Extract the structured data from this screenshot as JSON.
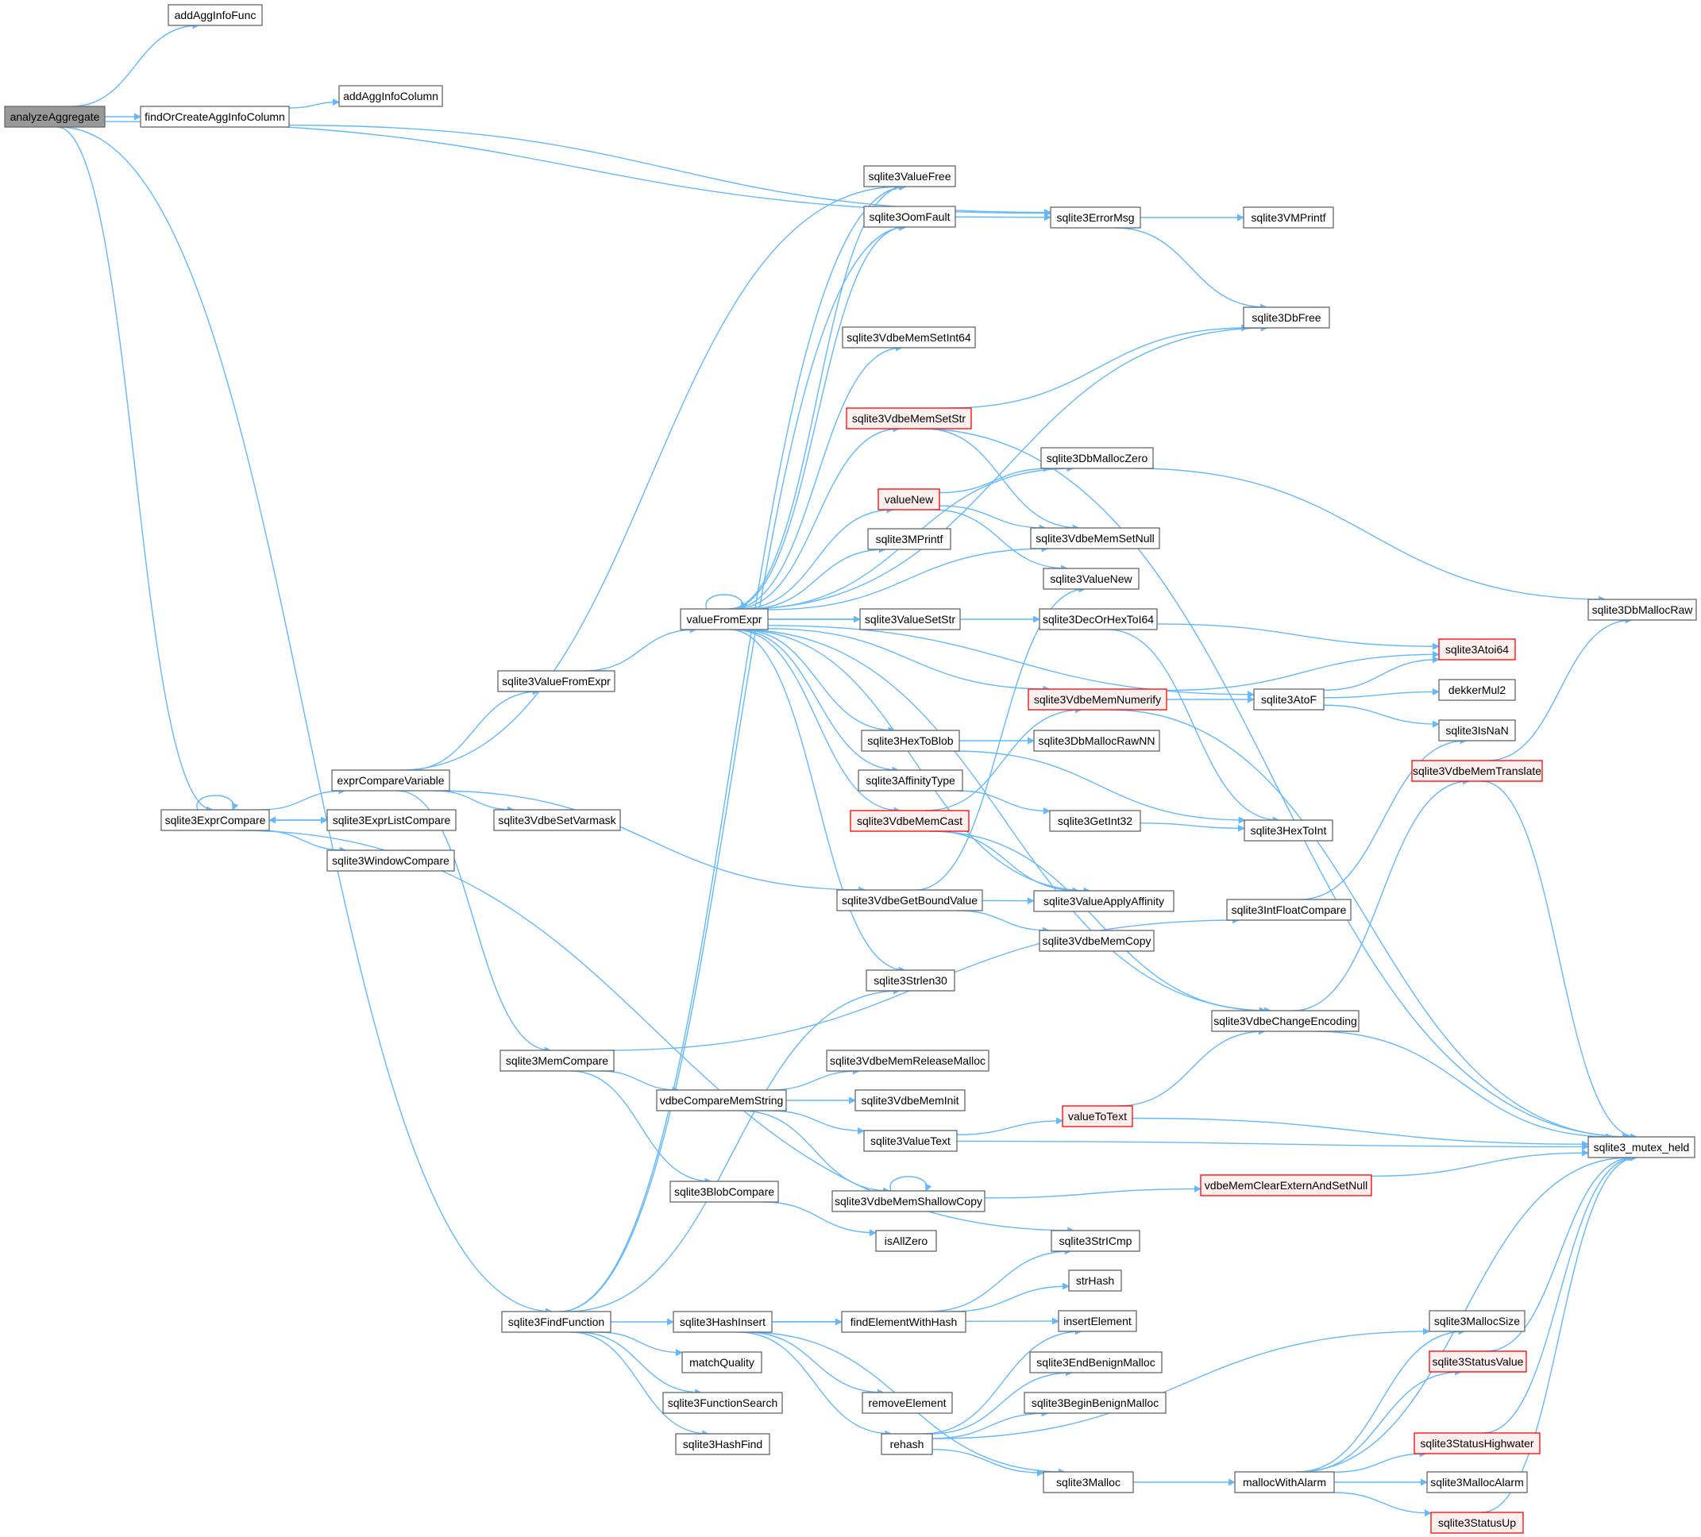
{
  "colors": {
    "edge": "#63b8ff",
    "node_border": "#666666",
    "node_fill": "#ffffff",
    "root_fill": "#999999",
    "root_border": "#666666",
    "truncated_border": "#ff0000",
    "truncated_fill": "#fff0f0",
    "text": "#000000"
  },
  "root": "analyzeAggregate",
  "nodes": [
    {
      "id": "analyzeAggregate",
      "label": "analyzeAggregate",
      "style": "root"
    },
    {
      "id": "addAggInfoFunc",
      "label": "addAggInfoFunc",
      "style": "normal"
    },
    {
      "id": "findOrCreateAggInfoColumn",
      "label": "findOrCreateAggInfoColumn",
      "style": "normal"
    },
    {
      "id": "addAggInfoColumn",
      "label": "addAggInfoColumn",
      "style": "normal"
    },
    {
      "id": "sqlite3ErrorMsg",
      "label": "sqlite3ErrorMsg",
      "style": "normal"
    },
    {
      "id": "sqlite3VMPrintf",
      "label": "sqlite3VMPrintf",
      "style": "normal"
    },
    {
      "id": "sqlite3ValueFree",
      "label": "sqlite3ValueFree",
      "style": "normal"
    },
    {
      "id": "sqlite3OomFault",
      "label": "sqlite3OomFault",
      "style": "normal"
    },
    {
      "id": "sqlite3DbFree",
      "label": "sqlite3DbFree",
      "style": "normal"
    },
    {
      "id": "sqlite3VdbeMemSetInt64",
      "label": "sqlite3VdbeMemSetInt64",
      "style": "normal"
    },
    {
      "id": "sqlite3VdbeMemSetStr",
      "label": "sqlite3VdbeMemSetStr",
      "style": "truncated"
    },
    {
      "id": "sqlite3DbMallocZero",
      "label": "sqlite3DbMallocZero",
      "style": "normal"
    },
    {
      "id": "valueNew",
      "label": "valueNew",
      "style": "truncated"
    },
    {
      "id": "sqlite3VdbeMemSetNull",
      "label": "sqlite3VdbeMemSetNull",
      "style": "normal"
    },
    {
      "id": "sqlite3MPrintf",
      "label": "sqlite3MPrintf",
      "style": "normal"
    },
    {
      "id": "sqlite3ValueNew",
      "label": "sqlite3ValueNew",
      "style": "normal"
    },
    {
      "id": "valueFromExpr",
      "label": "valueFromExpr",
      "style": "normal"
    },
    {
      "id": "sqlite3ValueSetStr",
      "label": "sqlite3ValueSetStr",
      "style": "normal"
    },
    {
      "id": "sqlite3DecOrHexToI64",
      "label": "sqlite3DecOrHexToI64",
      "style": "normal"
    },
    {
      "id": "sqlite3DbMallocRaw",
      "label": "sqlite3DbMallocRaw",
      "style": "normal"
    },
    {
      "id": "sqlite3Atoi64",
      "label": "sqlite3Atoi64",
      "style": "truncated"
    },
    {
      "id": "sqlite3ValueFromExpr",
      "label": "sqlite3ValueFromExpr",
      "style": "normal"
    },
    {
      "id": "sqlite3VdbeMemNumerify",
      "label": "sqlite3VdbeMemNumerify",
      "style": "truncated"
    },
    {
      "id": "sqlite3AtoF",
      "label": "sqlite3AtoF",
      "style": "normal"
    },
    {
      "id": "dekkerMul2",
      "label": "dekkerMul2",
      "style": "normal"
    },
    {
      "id": "sqlite3IsNaN",
      "label": "sqlite3IsNaN",
      "style": "normal"
    },
    {
      "id": "sqlite3HexToBlob",
      "label": "sqlite3HexToBlob",
      "style": "normal"
    },
    {
      "id": "sqlite3DbMallocRawNN",
      "label": "sqlite3DbMallocRawNN",
      "style": "normal"
    },
    {
      "id": "exprCompareVariable",
      "label": "exprCompareVariable",
      "style": "normal"
    },
    {
      "id": "sqlite3AffinityType",
      "label": "sqlite3AffinityType",
      "style": "normal"
    },
    {
      "id": "sqlite3VdbeMemTranslate",
      "label": "sqlite3VdbeMemTranslate",
      "style": "truncated"
    },
    {
      "id": "sqlite3ExprCompare",
      "label": "sqlite3ExprCompare",
      "style": "normal"
    },
    {
      "id": "sqlite3ExprListCompare",
      "label": "sqlite3ExprListCompare",
      "style": "normal"
    },
    {
      "id": "sqlite3VdbeSetVarmask",
      "label": "sqlite3VdbeSetVarmask",
      "style": "normal"
    },
    {
      "id": "sqlite3VdbeMemCast",
      "label": "sqlite3VdbeMemCast",
      "style": "truncated"
    },
    {
      "id": "sqlite3GetInt32",
      "label": "sqlite3GetInt32",
      "style": "normal"
    },
    {
      "id": "sqlite3HexToInt",
      "label": "sqlite3HexToInt",
      "style": "normal"
    },
    {
      "id": "sqlite3WindowCompare",
      "label": "sqlite3WindowCompare",
      "style": "normal"
    },
    {
      "id": "sqlite3VdbeGetBoundValue",
      "label": "sqlite3VdbeGetBoundValue",
      "style": "normal"
    },
    {
      "id": "sqlite3ValueApplyAffinity",
      "label": "sqlite3ValueApplyAffinity",
      "style": "normal"
    },
    {
      "id": "sqlite3IntFloatCompare",
      "label": "sqlite3IntFloatCompare",
      "style": "normal"
    },
    {
      "id": "sqlite3VdbeMemCopy",
      "label": "sqlite3VdbeMemCopy",
      "style": "normal"
    },
    {
      "id": "sqlite3Strlen30",
      "label": "sqlite3Strlen30",
      "style": "normal"
    },
    {
      "id": "sqlite3VdbeChangeEncoding",
      "label": "sqlite3VdbeChangeEncoding",
      "style": "normal"
    },
    {
      "id": "sqlite3MemCompare",
      "label": "sqlite3MemCompare",
      "style": "normal"
    },
    {
      "id": "sqlite3VdbeMemReleaseMalloc",
      "label": "sqlite3VdbeMemReleaseMalloc",
      "style": "normal"
    },
    {
      "id": "vdbeCompareMemString",
      "label": "vdbeCompareMemString",
      "style": "normal"
    },
    {
      "id": "sqlite3VdbeMemInit",
      "label": "sqlite3VdbeMemInit",
      "style": "normal"
    },
    {
      "id": "valueToText",
      "label": "valueToText",
      "style": "truncated"
    },
    {
      "id": "sqlite3ValueText",
      "label": "sqlite3ValueText",
      "style": "normal"
    },
    {
      "id": "sqlite3_mutex_held",
      "label": "sqlite3_mutex_held",
      "style": "normal"
    },
    {
      "id": "sqlite3BlobCompare",
      "label": "sqlite3BlobCompare",
      "style": "normal"
    },
    {
      "id": "sqlite3VdbeMemShallowCopy",
      "label": "sqlite3VdbeMemShallowCopy",
      "style": "normal"
    },
    {
      "id": "vdbeMemClearExternAndSetNull",
      "label": "vdbeMemClearExternAndSetNull",
      "style": "truncated"
    },
    {
      "id": "isAllZero",
      "label": "isAllZero",
      "style": "normal"
    },
    {
      "id": "sqlite3StrICmp",
      "label": "sqlite3StrICmp",
      "style": "normal"
    },
    {
      "id": "strHash",
      "label": "strHash",
      "style": "normal"
    },
    {
      "id": "sqlite3FindFunction",
      "label": "sqlite3FindFunction",
      "style": "normal"
    },
    {
      "id": "sqlite3HashInsert",
      "label": "sqlite3HashInsert",
      "style": "normal"
    },
    {
      "id": "findElementWithHash",
      "label": "findElementWithHash",
      "style": "normal"
    },
    {
      "id": "insertElement",
      "label": "insertElement",
      "style": "normal"
    },
    {
      "id": "sqlite3MallocSize",
      "label": "sqlite3MallocSize",
      "style": "normal"
    },
    {
      "id": "matchQuality",
      "label": "matchQuality",
      "style": "normal"
    },
    {
      "id": "sqlite3EndBenignMalloc",
      "label": "sqlite3EndBenignMalloc",
      "style": "normal"
    },
    {
      "id": "sqlite3StatusValue",
      "label": "sqlite3StatusValue",
      "style": "truncated"
    },
    {
      "id": "sqlite3FunctionSearch",
      "label": "sqlite3FunctionSearch",
      "style": "normal"
    },
    {
      "id": "removeElement",
      "label": "removeElement",
      "style": "normal"
    },
    {
      "id": "sqlite3BeginBenignMalloc",
      "label": "sqlite3BeginBenignMalloc",
      "style": "normal"
    },
    {
      "id": "sqlite3HashFind",
      "label": "sqlite3HashFind",
      "style": "normal"
    },
    {
      "id": "rehash",
      "label": "rehash",
      "style": "normal"
    },
    {
      "id": "sqlite3StatusHighwater",
      "label": "sqlite3StatusHighwater",
      "style": "truncated"
    },
    {
      "id": "sqlite3Malloc",
      "label": "sqlite3Malloc",
      "style": "normal"
    },
    {
      "id": "mallocWithAlarm",
      "label": "mallocWithAlarm",
      "style": "normal"
    },
    {
      "id": "sqlite3MallocAlarm",
      "label": "sqlite3MallocAlarm",
      "style": "normal"
    },
    {
      "id": "sqlite3StatusUp",
      "label": "sqlite3StatusUp",
      "style": "truncated"
    }
  ],
  "edges": [
    [
      "analyzeAggregate",
      "addAggInfoFunc"
    ],
    [
      "analyzeAggregate",
      "findOrCreateAggInfoColumn"
    ],
    [
      "analyzeAggregate",
      "sqlite3ErrorMsg"
    ],
    [
      "analyzeAggregate",
      "sqlite3ExprCompare"
    ],
    [
      "analyzeAggregate",
      "sqlite3FindFunction"
    ],
    [
      "findOrCreateAggInfoColumn",
      "addAggInfoColumn"
    ],
    [
      "findOrCreateAggInfoColumn",
      "sqlite3ErrorMsg"
    ],
    [
      "sqlite3ErrorMsg",
      "sqlite3VMPrintf"
    ],
    [
      "sqlite3ErrorMsg",
      "sqlite3DbFree"
    ],
    [
      "sqlite3OomFault",
      "sqlite3ErrorMsg"
    ],
    [
      "sqlite3ExprCompare",
      "sqlite3ExprCompare"
    ],
    [
      "sqlite3ExprCompare",
      "exprCompareVariable"
    ],
    [
      "sqlite3ExprCompare",
      "sqlite3ExprListCompare"
    ],
    [
      "sqlite3ExprCompare",
      "sqlite3WindowCompare"
    ],
    [
      "sqlite3ExprCompare",
      "sqlite3StrICmp"
    ],
    [
      "sqlite3ExprListCompare",
      "sqlite3ExprCompare"
    ],
    [
      "exprCompareVariable",
      "sqlite3ValueFree"
    ],
    [
      "exprCompareVariable",
      "sqlite3ValueFromExpr"
    ],
    [
      "exprCompareVariable",
      "sqlite3VdbeSetVarmask"
    ],
    [
      "exprCompareVariable",
      "sqlite3VdbeGetBoundValue"
    ],
    [
      "exprCompareVariable",
      "sqlite3MemCompare"
    ],
    [
      "sqlite3ValueFromExpr",
      "valueFromExpr"
    ],
    [
      "valueFromExpr",
      "valueFromExpr"
    ],
    [
      "valueFromExpr",
      "sqlite3ValueFree"
    ],
    [
      "valueFromExpr",
      "sqlite3OomFault"
    ],
    [
      "valueFromExpr",
      "sqlite3DbFree"
    ],
    [
      "valueFromExpr",
      "sqlite3DbMallocZero"
    ],
    [
      "valueFromExpr",
      "sqlite3VdbeMemSetInt64"
    ],
    [
      "valueFromExpr",
      "sqlite3VdbeMemSetStr"
    ],
    [
      "valueFromExpr",
      "valueNew"
    ],
    [
      "valueFromExpr",
      "sqlite3VdbeMemSetNull"
    ],
    [
      "valueFromExpr",
      "sqlite3MPrintf"
    ],
    [
      "valueFromExpr",
      "sqlite3ValueSetStr"
    ],
    [
      "valueFromExpr",
      "sqlite3DecOrHexToI64"
    ],
    [
      "valueFromExpr",
      "sqlite3VdbeMemNumerify"
    ],
    [
      "valueFromExpr",
      "sqlite3AtoF"
    ],
    [
      "valueFromExpr",
      "sqlite3HexToBlob"
    ],
    [
      "valueFromExpr",
      "sqlite3AffinityType"
    ],
    [
      "valueFromExpr",
      "sqlite3VdbeMemCast"
    ],
    [
      "valueFromExpr",
      "sqlite3ValueApplyAffinity"
    ],
    [
      "valueFromExpr",
      "sqlite3Strlen30"
    ],
    [
      "valueFromExpr",
      "sqlite3VdbeChangeEncoding"
    ],
    [
      "sqlite3VdbeMemSetStr",
      "sqlite3DbFree"
    ],
    [
      "sqlite3VdbeMemSetStr",
      "sqlite3VdbeMemSetNull"
    ],
    [
      "sqlite3VdbeMemSetStr",
      "sqlite3_mutex_held"
    ],
    [
      "valueNew",
      "sqlite3DbMallocZero"
    ],
    [
      "valueNew",
      "sqlite3VdbeMemSetNull"
    ],
    [
      "valueNew",
      "sqlite3ValueNew"
    ],
    [
      "sqlite3DbMallocZero",
      "sqlite3DbMallocRaw"
    ],
    [
      "sqlite3DecOrHexToI64",
      "sqlite3Atoi64"
    ],
    [
      "sqlite3DecOrHexToI64",
      "sqlite3HexToInt"
    ],
    [
      "sqlite3VdbeMemNumerify",
      "sqlite3Atoi64"
    ],
    [
      "sqlite3VdbeMemNumerify",
      "sqlite3AtoF"
    ],
    [
      "sqlite3VdbeMemNumerify",
      "sqlite3_mutex_held"
    ],
    [
      "sqlite3AtoF",
      "sqlite3Atoi64"
    ],
    [
      "sqlite3AtoF",
      "dekkerMul2"
    ],
    [
      "sqlite3AtoF",
      "sqlite3IsNaN"
    ],
    [
      "sqlite3HexToBlob",
      "sqlite3DbMallocRawNN"
    ],
    [
      "sqlite3HexToBlob",
      "sqlite3HexToInt"
    ],
    [
      "sqlite3AffinityType",
      "sqlite3GetInt32"
    ],
    [
      "sqlite3GetInt32",
      "sqlite3HexToInt"
    ],
    [
      "sqlite3VdbeMemCast",
      "sqlite3VdbeMemNumerify"
    ],
    [
      "sqlite3VdbeMemCast",
      "sqlite3ValueApplyAffinity"
    ],
    [
      "sqlite3VdbeMemCast",
      "sqlite3VdbeChangeEncoding"
    ],
    [
      "sqlite3VdbeGetBoundValue",
      "sqlite3ValueNew"
    ],
    [
      "sqlite3VdbeGetBoundValue",
      "sqlite3ValueApplyAffinity"
    ],
    [
      "sqlite3VdbeGetBoundValue",
      "sqlite3VdbeMemCopy"
    ],
    [
      "sqlite3VdbeMemTranslate",
      "sqlite3DbMallocRaw"
    ],
    [
      "sqlite3VdbeMemTranslate",
      "sqlite3_mutex_held"
    ],
    [
      "sqlite3IntFloatCompare",
      "sqlite3IsNaN"
    ],
    [
      "sqlite3VdbeChangeEncoding",
      "sqlite3VdbeMemTranslate"
    ],
    [
      "sqlite3VdbeChangeEncoding",
      "sqlite3_mutex_held"
    ],
    [
      "sqlite3MemCompare",
      "sqlite3IntFloatCompare"
    ],
    [
      "sqlite3MemCompare",
      "vdbeCompareMemString"
    ],
    [
      "sqlite3MemCompare",
      "sqlite3BlobCompare"
    ],
    [
      "vdbeCompareMemString",
      "sqlite3VdbeMemReleaseMalloc"
    ],
    [
      "vdbeCompareMemString",
      "sqlite3VdbeMemInit"
    ],
    [
      "vdbeCompareMemString",
      "sqlite3ValueText"
    ],
    [
      "vdbeCompareMemString",
      "sqlite3VdbeMemShallowCopy"
    ],
    [
      "sqlite3ValueText",
      "valueToText"
    ],
    [
      "sqlite3ValueText",
      "sqlite3_mutex_held"
    ],
    [
      "valueToText",
      "sqlite3VdbeChangeEncoding"
    ],
    [
      "valueToText",
      "sqlite3_mutex_held"
    ],
    [
      "sqlite3VdbeMemShallowCopy",
      "sqlite3VdbeMemShallowCopy"
    ],
    [
      "sqlite3VdbeMemShallowCopy",
      "vdbeMemClearExternAndSetNull"
    ],
    [
      "vdbeMemClearExternAndSetNull",
      "sqlite3_mutex_held"
    ],
    [
      "sqlite3BlobCompare",
      "isAllZero"
    ],
    [
      "sqlite3FindFunction",
      "sqlite3ValueFree"
    ],
    [
      "sqlite3FindFunction",
      "sqlite3OomFault"
    ],
    [
      "sqlite3FindFunction",
      "sqlite3Strlen30"
    ],
    [
      "sqlite3FindFunction",
      "sqlite3HashInsert"
    ],
    [
      "sqlite3FindFunction",
      "matchQuality"
    ],
    [
      "sqlite3FindFunction",
      "sqlite3FunctionSearch"
    ],
    [
      "sqlite3FindFunction",
      "sqlite3HashFind"
    ],
    [
      "sqlite3HashInsert",
      "findElementWithHash"
    ],
    [
      "sqlite3HashInsert",
      "insertElement"
    ],
    [
      "sqlite3HashInsert",
      "removeElement"
    ],
    [
      "sqlite3HashInsert",
      "rehash"
    ],
    [
      "sqlite3HashInsert",
      "sqlite3Malloc"
    ],
    [
      "findElementWithHash",
      "sqlite3StrICmp"
    ],
    [
      "findElementWithHash",
      "strHash"
    ],
    [
      "rehash",
      "sqlite3MallocSize"
    ],
    [
      "rehash",
      "sqlite3EndBenignMalloc"
    ],
    [
      "rehash",
      "sqlite3BeginBenignMalloc"
    ],
    [
      "rehash",
      "insertElement"
    ],
    [
      "rehash",
      "sqlite3Malloc"
    ],
    [
      "sqlite3Malloc",
      "mallocWithAlarm"
    ],
    [
      "mallocWithAlarm",
      "sqlite3MallocSize"
    ],
    [
      "mallocWithAlarm",
      "sqlite3StatusValue"
    ],
    [
      "mallocWithAlarm",
      "sqlite3StatusHighwater"
    ],
    [
      "mallocWithAlarm",
      "sqlite3MallocAlarm"
    ],
    [
      "mallocWithAlarm",
      "sqlite3StatusUp"
    ],
    [
      "mallocWithAlarm",
      "sqlite3_mutex_held"
    ],
    [
      "sqlite3StatusValue",
      "sqlite3_mutex_held"
    ],
    [
      "sqlite3StatusHighwater",
      "sqlite3_mutex_held"
    ],
    [
      "sqlite3StatusUp",
      "sqlite3_mutex_held"
    ]
  ]
}
